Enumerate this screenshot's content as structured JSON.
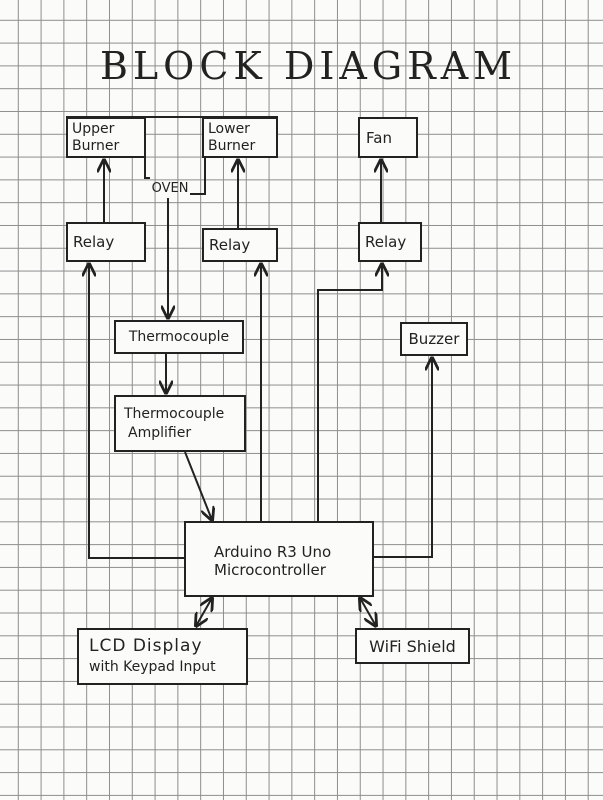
{
  "title": "BLOCK DIAGRAM",
  "blocks": {
    "oven": "OVEN",
    "upper_burner": [
      "Upper",
      "Burner"
    ],
    "lower_burner": [
      "Lower",
      "Burner"
    ],
    "fan": "Fan",
    "relay_1": "Relay",
    "relay_2": "Relay",
    "relay_3": "Relay",
    "thermocouple": "Thermocouple",
    "buzzer": "Buzzer",
    "amplifier": [
      "Thermocouple",
      "Amplifier"
    ],
    "arduino": [
      "Arduino R3 Uno",
      "Microcontroller"
    ],
    "lcd": [
      "LCD Display",
      "with Keypad Input"
    ],
    "wifi": "WiFi Shield"
  },
  "colors": {
    "ink": "#222222",
    "grid": "#8d8d8d",
    "paper": "#fbfbf9"
  }
}
